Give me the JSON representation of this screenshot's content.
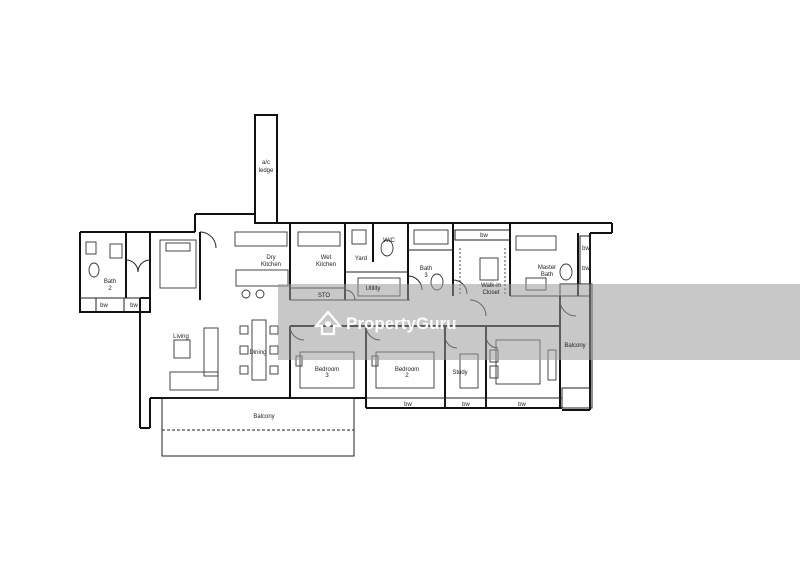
{
  "watermark": {
    "brand": "PropertyGuru"
  },
  "rooms": {
    "ac_ledge": [
      "a/c",
      "ledge"
    ],
    "dry_kitchen": [
      "Dry",
      "Kitchen"
    ],
    "wet_kitchen": [
      "Wet",
      "Kitchen"
    ],
    "yard": "Yard",
    "wc": "W/C",
    "bath_3": [
      "Bath",
      "3"
    ],
    "walk_in_closet": [
      "Walk-in",
      "Closet"
    ],
    "master_bath": [
      "Master",
      "Bath"
    ],
    "bath_2": [
      "Bath",
      "2"
    ],
    "sto": "STO",
    "utility": "Utility",
    "living": "Living",
    "dining": "Dining",
    "bedroom_3": [
      "Bedroom",
      "3"
    ],
    "bedroom_2": [
      "Bedroom",
      "2"
    ],
    "study": "Study",
    "balcony_main": "Balcony",
    "balcony_right": "Balcony",
    "bw": "bw"
  }
}
